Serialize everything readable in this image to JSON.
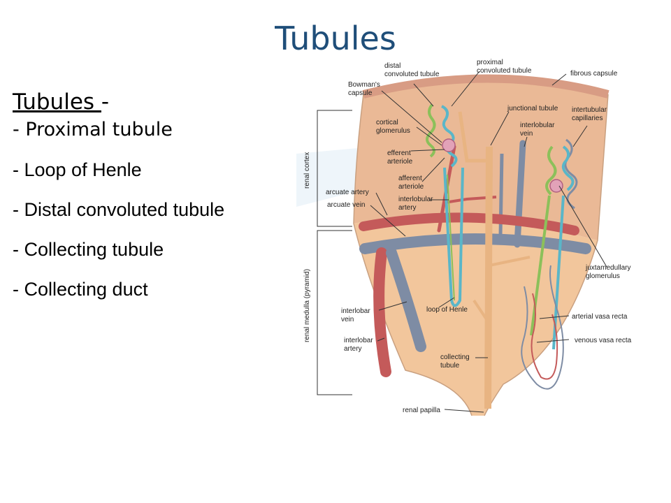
{
  "slide": {
    "title": "Tubules",
    "title_color": "#1f4e79",
    "bullets_heading": "Tubules ",
    "bullets_heading_suffix": "-",
    "bullets": [
      "- Proximal tubule",
      "- Loop of Henle",
      "- Distal convoluted tubule",
      "- Collecting tubule",
      "- Collecting duct"
    ]
  },
  "diagram": {
    "colors": {
      "cortex": "#eab996",
      "medulla": "#f2c69c",
      "capsule": "#d89c84",
      "artery": "#c45a5a",
      "vein": "#7e8ca4",
      "collecting": "#e8b482",
      "green_tubule": "#8cc05a",
      "cyan_tubule": "#5ab6c8",
      "label_line": "#333333"
    },
    "labels": {
      "distal_convoluted_tubule": [
        "distal",
        "convoluted tubule"
      ],
      "proximal_convoluted_tubule": [
        "proximal",
        "convoluted tubule"
      ],
      "fibrous_capsule": [
        "fibrous capsule"
      ],
      "bowmans_capsule": [
        "Bowman's",
        "capsule"
      ],
      "junctional_tubule": [
        "junctional tubule"
      ],
      "intertubular_capillaries": [
        "intertubular",
        "capillaries"
      ],
      "cortical_glomerulus": [
        "cortical",
        "glomerulus"
      ],
      "interlobular_vein": [
        "interlobular",
        "vein"
      ],
      "efferent_arteriole": [
        "efferent",
        "arteriole"
      ],
      "afferent_arteriole": [
        "afferent",
        "arteriole"
      ],
      "arcuate_artery": [
        "arcuate artery"
      ],
      "arcuate_vein": [
        "arcuate vein"
      ],
      "interlobular_artery": [
        "interlobular",
        "artery"
      ],
      "juxtamedullary_glomerulus": [
        "juxtamedullary",
        "glomerulus"
      ],
      "loop_of_henle": [
        "loop of Henle"
      ],
      "interlobar_vein": [
        "interlobar",
        "vein"
      ],
      "arterial_vasa_recta": [
        "arterial vasa recta"
      ],
      "venous_vasa_recta": [
        "venous vasa recta"
      ],
      "interlobar_artery": [
        "interlobar",
        "artery"
      ],
      "collecting_tubule": [
        "collecting",
        "tubule"
      ],
      "renal_papilla": [
        "renal papilla"
      ],
      "renal_cortex": [
        "renal cortex"
      ],
      "renal_medulla": [
        "renal medulla (pyramid)"
      ]
    }
  }
}
